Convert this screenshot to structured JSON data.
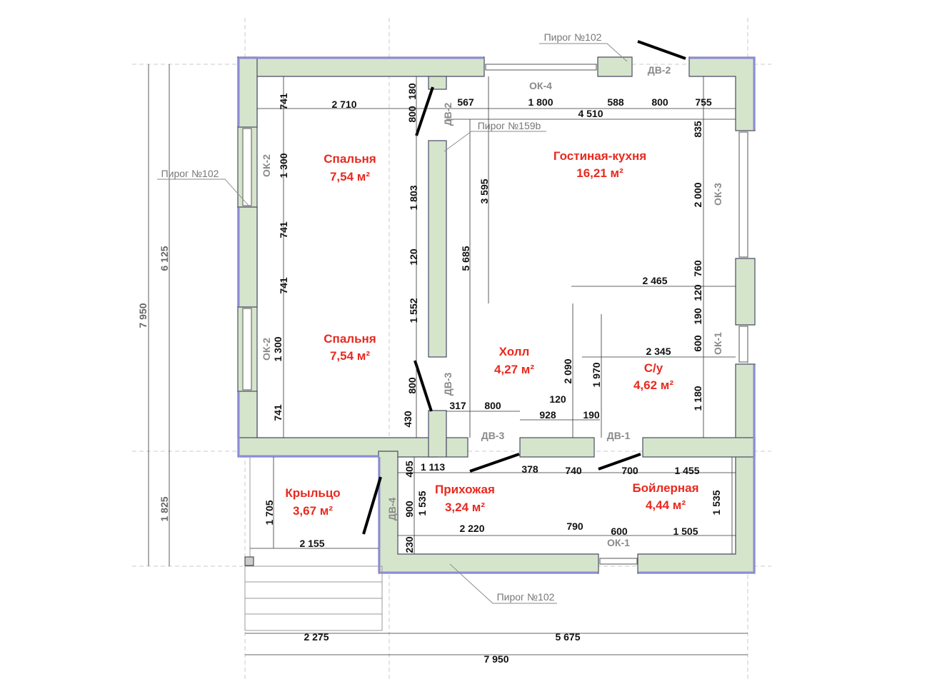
{
  "rooms": [
    {
      "name": "Спальня",
      "area": "7,54 м²"
    },
    {
      "name": "Спальня",
      "area": "7,54 м²"
    },
    {
      "name": "Гостиная-кухня",
      "area": "16,21 м²"
    },
    {
      "name": "Холл",
      "area": "4,27 м²"
    },
    {
      "name": "С/у",
      "area": "4,62 м²"
    },
    {
      "name": "Крыльцо",
      "area": "3,67 м²"
    },
    {
      "name": "Прихожая",
      "area": "3,24 м²"
    },
    {
      "name": "Бойлерная",
      "area": "4,44 м²"
    }
  ],
  "pirog": [
    "Пирог №102",
    "Пирог №102",
    "Пирог №102",
    "Пирог №159b"
  ],
  "openings": [
    "ОК-4",
    "ДВ-2",
    "ДВ-2",
    "ОК-2",
    "ОК-2",
    "ОК-3",
    "ОК-1",
    "ДВ-3",
    "ДВ-3",
    "ДВ-1",
    "ДВ-4",
    "ОК-1"
  ],
  "dims_h": [
    "2 710",
    "567",
    "1 800",
    "588",
    "800",
    "755",
    "4 510",
    "2 465",
    "2 345",
    "317",
    "800",
    "120",
    "928",
    "190",
    "1 113",
    "378",
    "740",
    "700",
    "1 455",
    "2 220",
    "790",
    "600",
    "1 505",
    "2 155",
    "2 275",
    "5 675",
    "7 950"
  ],
  "dims_v": [
    "741",
    "180",
    "800",
    "1 300",
    "741",
    "741",
    "1 300",
    "741",
    "1 803",
    "120",
    "1 552",
    "800",
    "430",
    "3 595",
    "5 685",
    "835",
    "2 000",
    "760",
    "120",
    "190",
    "600",
    "1 180",
    "2 090",
    "1 970",
    "405",
    "900",
    "1 535",
    "230",
    "1 535",
    "1 705",
    "6 125",
    "7 950",
    "1 825"
  ],
  "colors": {
    "wall_fill": "#d5e5cb",
    "wall_outline": "#8c8cd6",
    "room_label": "#e8291f"
  }
}
